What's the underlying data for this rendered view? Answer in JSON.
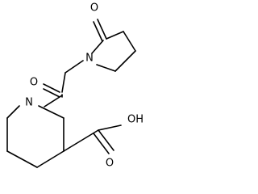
{
  "molecule": {
    "atoms": {
      "ketone_oxygen": "O",
      "pyrrolidine_nitrogen": "N",
      "amide_oxygen": "O",
      "piperidine_nitrogen": "N",
      "hydroxyl": "OH",
      "acid_oxygen": "O"
    }
  },
  "colors": {
    "bond": "#000000",
    "text": "#000000",
    "background": "#ffffff"
  }
}
